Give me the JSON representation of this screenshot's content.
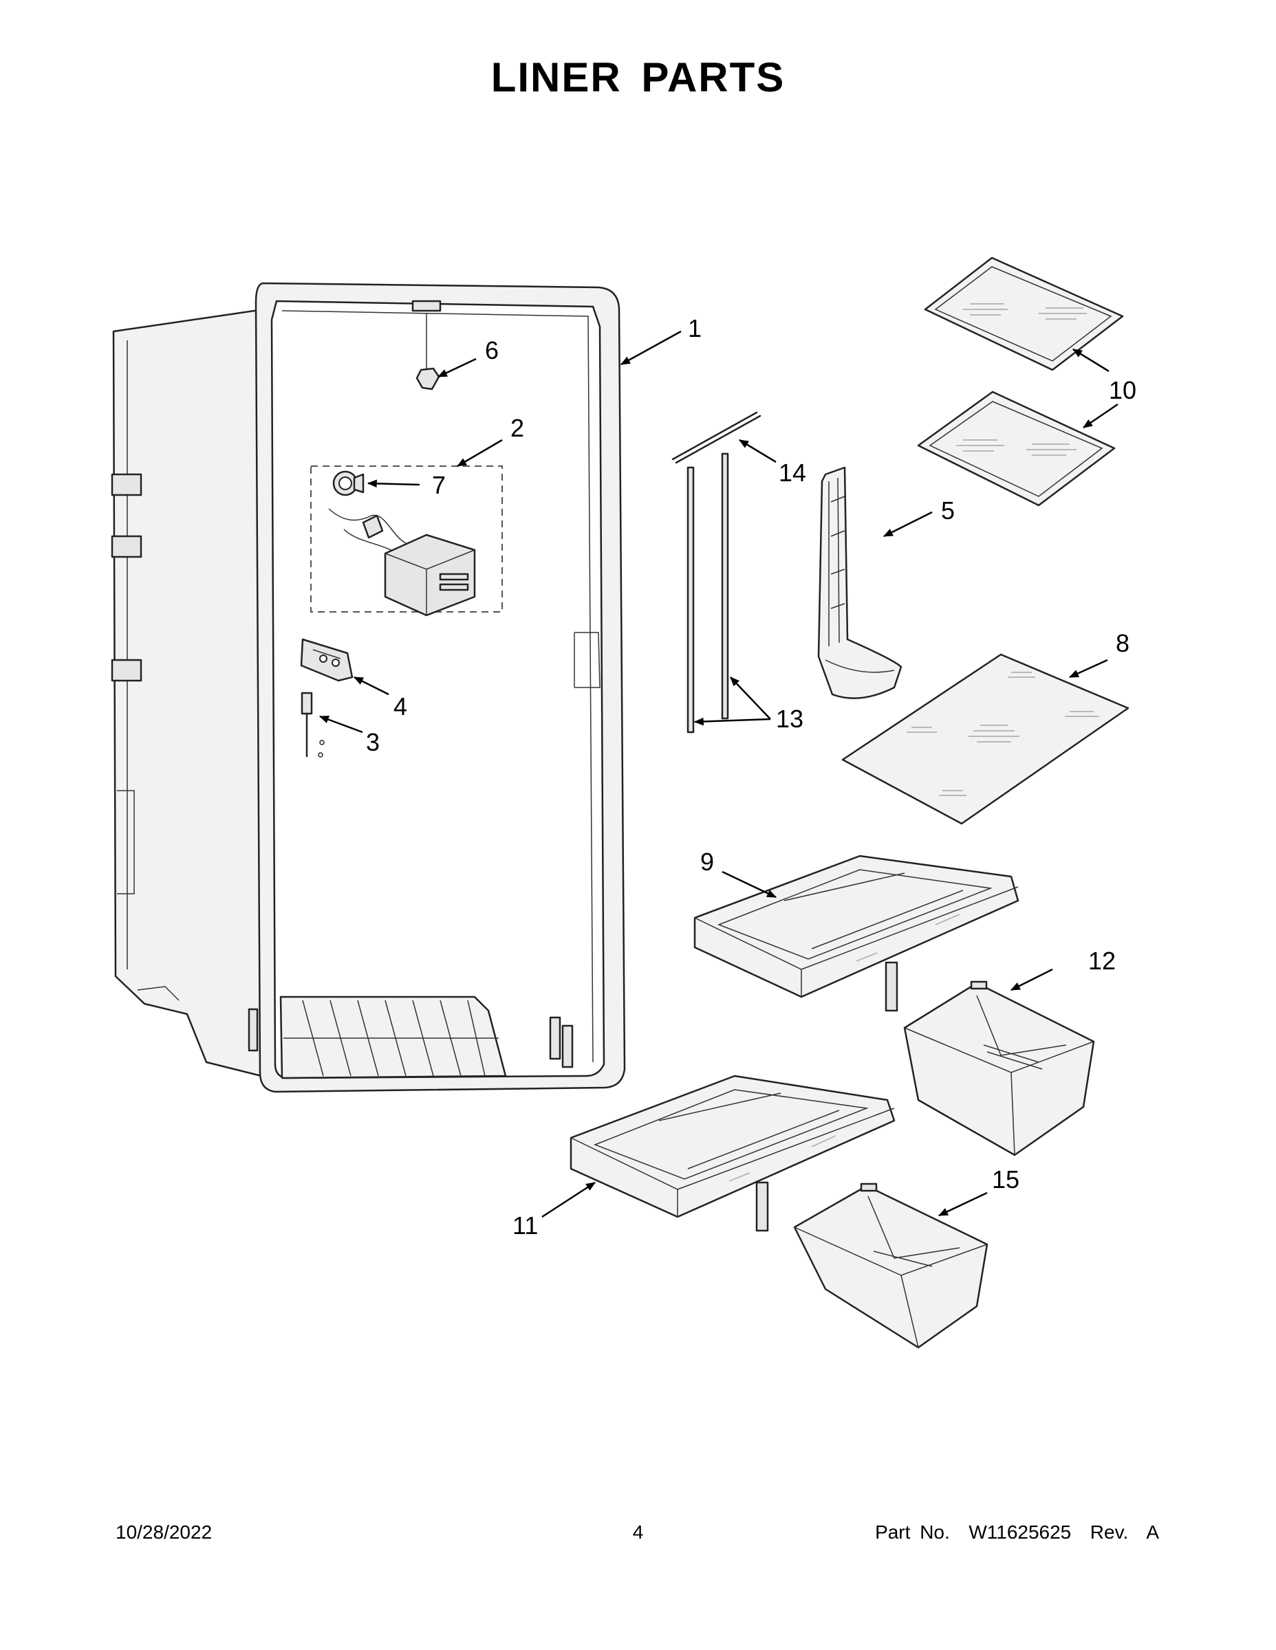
{
  "page": {
    "title": "LINER PARTS"
  },
  "callouts": [
    "1",
    "2",
    "3",
    "4",
    "5",
    "6",
    "7",
    "8",
    "9",
    "10",
    "11",
    "12",
    "13",
    "14",
    "15"
  ],
  "footer": {
    "date": "10/28/2022",
    "page_number": "4",
    "part_number": "Part No.  W11625625  Rev.  A"
  }
}
